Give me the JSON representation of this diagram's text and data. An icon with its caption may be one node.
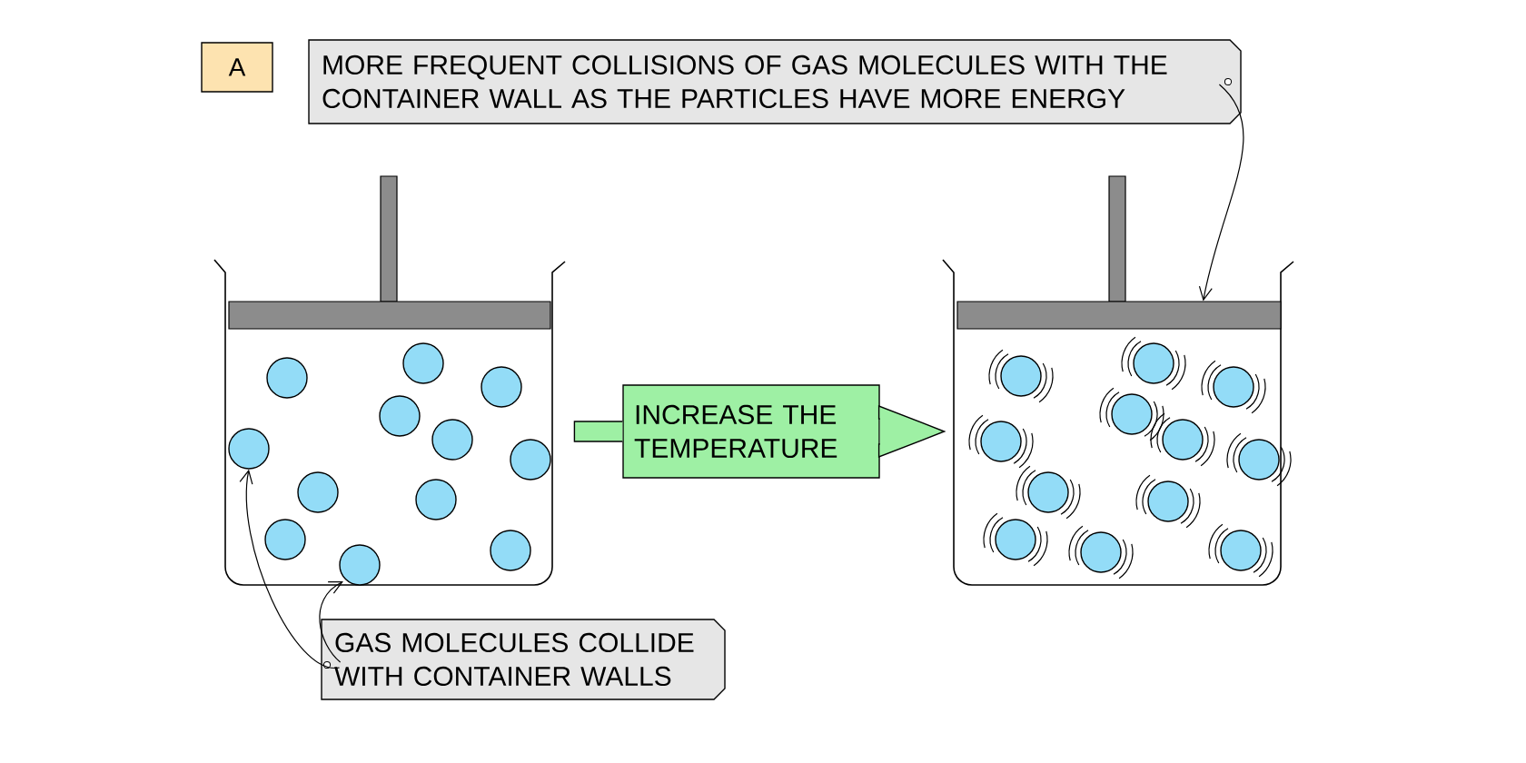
{
  "diagram": {
    "nodes": [
      {
        "text": [
          "A"
        ]
      },
      {
        "text": [
          "MORE FREQUENT COLLISIONS OF GAS MOLECULES WITH THE CONTAINER WALL AS THE PARTICLES HAVE MORE ENERGY"
        ]
      },
      {
        "text": [],
        "shape": "picture"
      },
      {
        "text": [],
        "shape": "circle",
        "in": 2
      },
      {
        "text": [],
        "shape": "circle",
        "in": 2
      },
      {
        "text": [
          "INCREASE THE TEMPERATURE"
        ]
      },
      {
        "text": [],
        "shape": "picture"
      },
      {
        "text": [],
        "shape": "bar",
        "in": 6
      },
      {
        "text": [
          "GAS MOLECULES COLLIDE WITH CONTAINER WALLS"
        ]
      }
    ],
    "edges": [
      {
        "from": 1,
        "to": 7,
        "arrow": "to"
      },
      {
        "from": 2,
        "to": 5,
        "arrow": "none"
      },
      {
        "from": 5,
        "to": 6,
        "arrow": "to"
      },
      {
        "from": 8,
        "to": 3,
        "arrow": "to"
      },
      {
        "from": 8,
        "to": 4,
        "arrow": "to"
      }
    ]
  }
}
